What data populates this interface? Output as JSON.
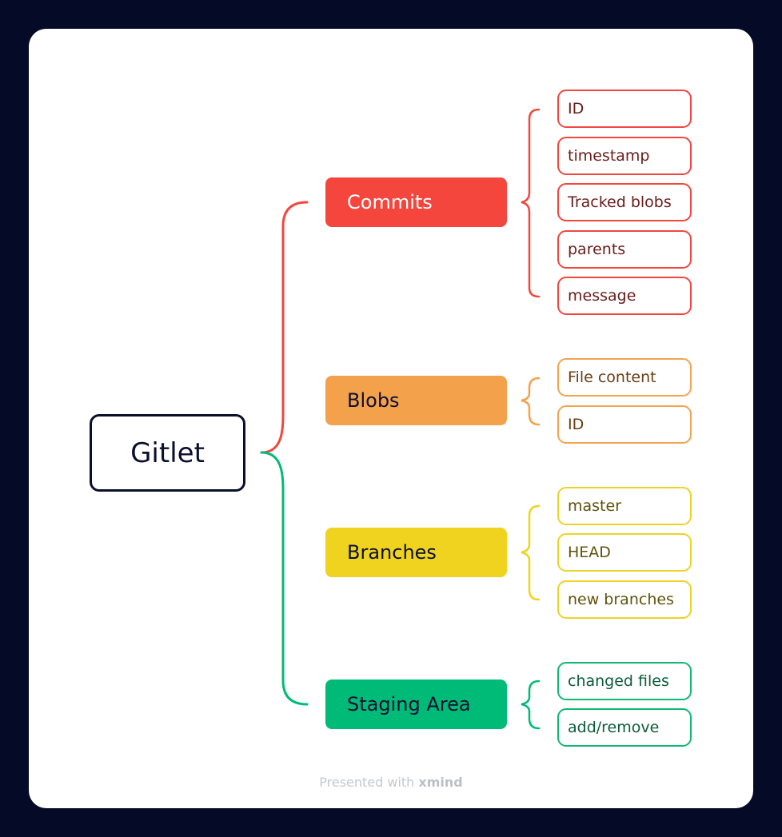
{
  "root": {
    "label": "Gitlet"
  },
  "branches": [
    {
      "label": "Commits",
      "color": "#f4463d",
      "text_color": "#ffffff",
      "leaves": [
        "ID",
        "timestamp",
        "Tracked blobs",
        "parents",
        "message"
      ]
    },
    {
      "label": "Blobs",
      "color": "#f4a14c",
      "text_color": "#0b0f2e",
      "leaves": [
        "File content",
        "ID"
      ]
    },
    {
      "label": "Branches",
      "color": "#f0d31f",
      "text_color": "#0b0f2e",
      "leaves": [
        "master",
        "HEAD",
        "new branches"
      ]
    },
    {
      "label": "Staging Area",
      "color": "#00bb77",
      "text_color": "#0b0f2e",
      "leaves": [
        "changed files",
        "add/remove"
      ]
    }
  ],
  "footer": {
    "prefix": "Presented with",
    "brand": "xmind"
  }
}
